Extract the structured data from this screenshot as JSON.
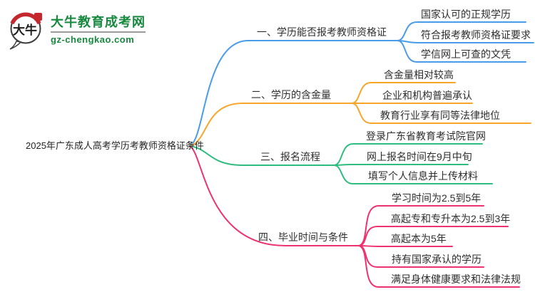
{
  "logo": {
    "bubble_text": "大牛",
    "site_name": "大牛教育成考网",
    "site_domain": "gz-chengkao.com",
    "brand_green": "#17893f",
    "seal_red": "#c4272e"
  },
  "root": {
    "label": "2025年广东成人高考学历考教师资格证条件"
  },
  "branches": [
    {
      "label": "一、学历能否报考教师资格证",
      "color": "#4a9ce8",
      "children": [
        "国家认可的正规学历",
        "符合报考教师资格证要求",
        "学信网上可查的文凭"
      ]
    },
    {
      "label": "二、学历的含金量",
      "color": "#f8a62a",
      "children": [
        "含金量相对较高",
        "企业和机构普遍承认",
        "教育行业享有同等法律地位"
      ]
    },
    {
      "label": "三、报名流程",
      "color": "#2ebd7f",
      "children": [
        "登录广东省教育考试院官网",
        "网上报名时间在9月中旬",
        "填写个人信息并上传材料"
      ]
    },
    {
      "label": "四、毕业时间与条件",
      "color": "#ee3270",
      "children": [
        "学习时间为2.5到5年",
        "高起专和专升本为2.5到3年",
        "高起本为5年",
        "持有国家承认的学历",
        "满足身体健康要求和法律法规"
      ]
    }
  ]
}
